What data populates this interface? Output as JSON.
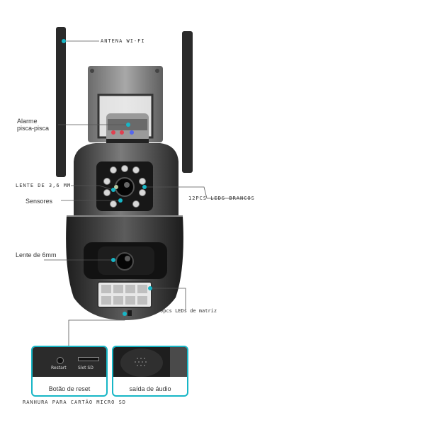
{
  "labels": {
    "antenna": "ANTENA WI-FI",
    "alarm_line1": "Alarme",
    "alarm_line2": "pisca-pisca",
    "lens36": "LENTE DE 3,6 MM",
    "sensors": "Sensores",
    "white_leds": "12PCS LEDS BRANCOS",
    "lens6": "Lente de 6mm",
    "matrix_leds": "9pcs LEDs de matriz",
    "sd_slot": "RANHURA PARA CARTÃO MICRO SD"
  },
  "insets": {
    "reset": {
      "caption": "Botão de reset",
      "tag1": "Restart",
      "tag2": "Slot SD"
    },
    "audio": {
      "caption": "saída de áudio"
    }
  },
  "colors": {
    "accent": "#17b6c6",
    "body_dark": "#3c3c3c",
    "body_mid": "#6d6d6d"
  }
}
